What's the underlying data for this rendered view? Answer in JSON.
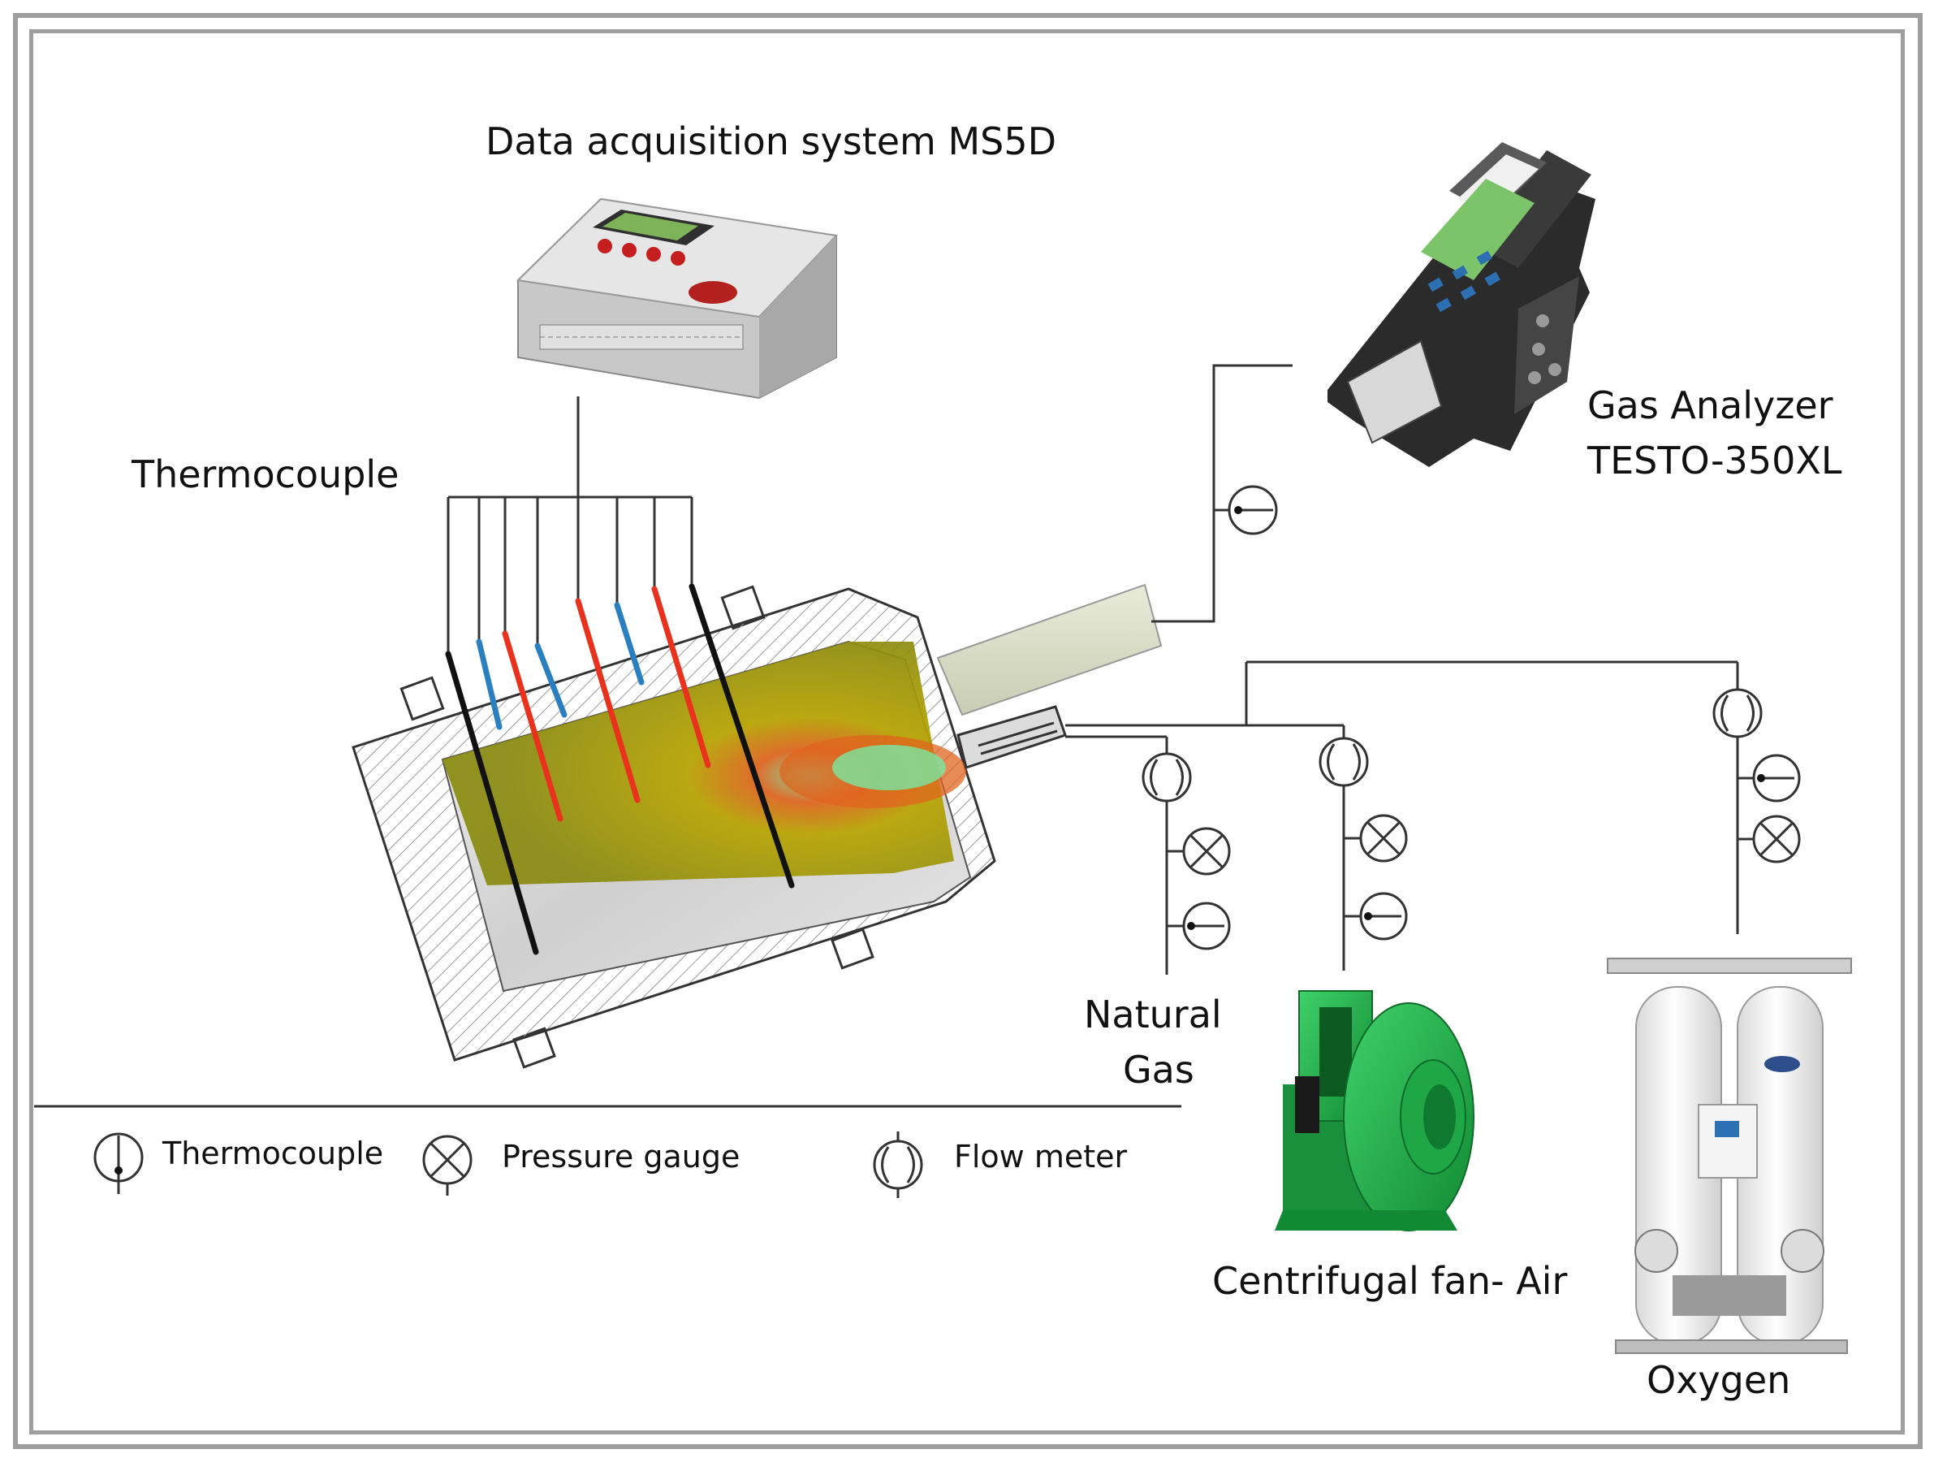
{
  "labels": {
    "daq": "Data acquisition system MS5D",
    "thermocouple": "Thermocouple",
    "gas_analyzer_line1": "Gas Analyzer",
    "gas_analyzer_line2": "TESTO-350XL",
    "natural_gas_line1": "Natural",
    "natural_gas_line2": "Gas",
    "fan": "Centrifugal fan- Air",
    "oxygen": "Oxygen"
  },
  "legend": {
    "thermocouple": "Thermocouple",
    "pressure_gauge": "Pressure gauge",
    "flow_meter": "Flow meter"
  },
  "colors": {
    "frame": "#9e9e9e",
    "line": "#333333",
    "tc_black": "#111111",
    "tc_blue": "#2a7fc1",
    "tc_red": "#e8321e",
    "flame_yellow": "#b8b000",
    "flame_orange": "#e0641e",
    "flame_green": "#6fd18a",
    "fan_green": "#22b34a",
    "gas_analyzer_screen": "#7cc46a"
  },
  "icons": [
    "daq-device-icon",
    "gas-analyzer-icon",
    "centrifugal-fan-icon",
    "oxygen-generator-icon",
    "thermocouple-symbol-icon",
    "pressure-gauge-icon",
    "flow-meter-icon"
  ]
}
